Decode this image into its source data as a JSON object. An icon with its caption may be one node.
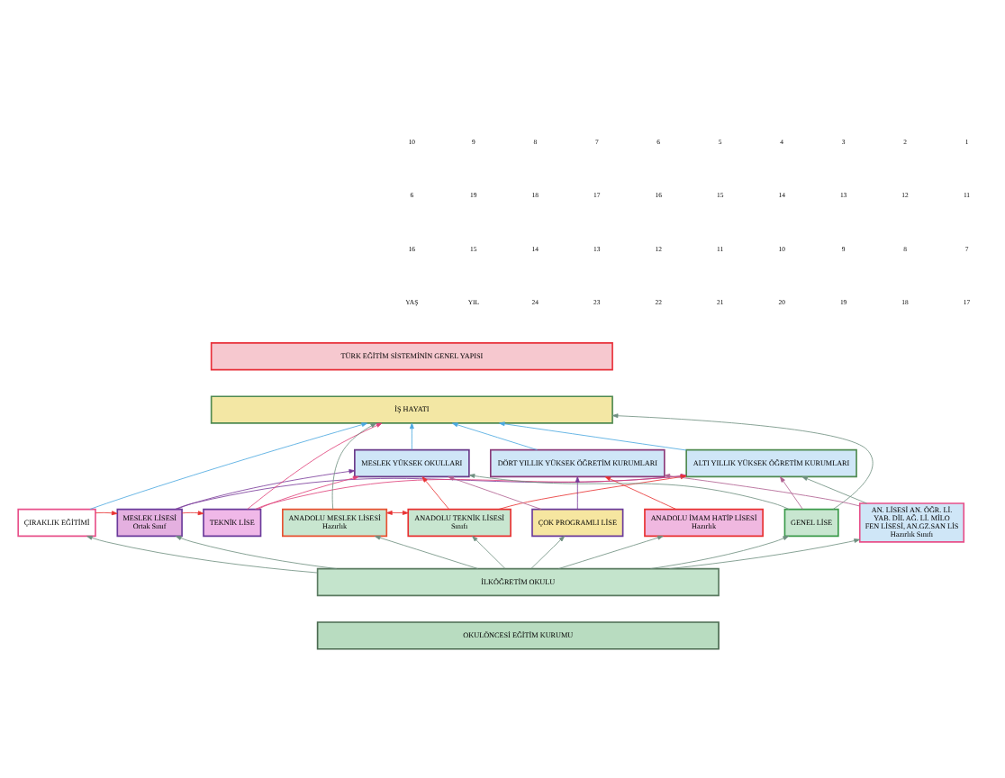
{
  "diagram": {
    "nodes": [
      {
        "text": [
          "TÜRK EĞİTİM SİSTEMİNİN GENEL YAPISI"
        ]
      },
      {
        "text": [
          "İŞ HAYATI"
        ]
      },
      {
        "text": [
          "MESLEK YÜKSEK OKULLARI"
        ]
      },
      {
        "text": [
          "DÖRT YILLIK YÜKSEK ÖĞRETİM KURUMLARI"
        ]
      },
      {
        "text": [
          "ALTI YILLIK YÜKSEK ÖĞRETİM KURUMLARI"
        ]
      },
      {
        "text": [
          "ÇIRAKLIK EĞİTİMİ"
        ]
      },
      {
        "text": [
          "MESLEK LİSESİ",
          "Ortak Sınıf"
        ]
      },
      {
        "text": [
          "TEKNİK LİSE"
        ]
      },
      {
        "text": [
          "ANADOLU MESLEK LİSESİ",
          "Hazırlık"
        ]
      },
      {
        "text": [
          "ANADOLU TEKNİK LİSESİ",
          "Sınıfı"
        ]
      },
      {
        "text": [
          "ÇOK PROGRAMLI LİSE"
        ]
      },
      {
        "text": [
          "ANADOLU İMAM HATİP LİSESİ",
          "Hazırlık"
        ]
      },
      {
        "text": [
          "GENEL LİSE"
        ]
      },
      {
        "text": [
          "AN. LİSESİ AN. ÖĞR. Lİ.",
          "YAB. DİL AĞ. Lİ. MİLO",
          "FEN LİSESİ, AN.GZ.SAN LİS",
          "Hazırlık Sınıfı"
        ]
      },
      {
        "text": [
          "İLKÖĞRETİM OKULU"
        ]
      },
      {
        "text": [
          "OKULÖNCESİ EĞİTİM KURUMU"
        ]
      }
    ],
    "edges": [
      {
        "from": 5,
        "to": 1,
        "arrow": "to",
        "color": "#4aa8e0"
      },
      {
        "from": 2,
        "to": 1,
        "arrow": "to",
        "color": "#4aa8e0"
      },
      {
        "from": 7,
        "to": 1,
        "arrow": "to",
        "color": "#e0407a"
      },
      {
        "from": 3,
        "to": 1,
        "arrow": "to",
        "color": "#4aa8e0"
      },
      {
        "from": 8,
        "to": 1,
        "arrow": "to"
      },
      {
        "from": 12,
        "to": 1,
        "arrow": "to"
      },
      {
        "from": 4,
        "to": 1,
        "arrow": "to",
        "color": "#4aa8e0"
      },
      {
        "from": 5,
        "to": 6,
        "arrow": "to",
        "color": "#e83030"
      },
      {
        "from": 6,
        "to": 7,
        "arrow": "to",
        "color": "#e83030"
      },
      {
        "from": 8,
        "to": 9,
        "arrow": "both",
        "color": "#e83030"
      },
      {
        "from": 12,
        "to": 2,
        "arrow": "to"
      },
      {
        "from": 6,
        "to": 2,
        "arrow": "to",
        "color": "#7a3a9a"
      },
      {
        "from": 7,
        "to": 2,
        "arrow": "to",
        "color": "#e0407a"
      },
      {
        "from": 9,
        "to": 2,
        "arrow": "to",
        "color": "#e83030"
      },
      {
        "from": 10,
        "to": 2,
        "arrow": "to",
        "color": "#b06090"
      },
      {
        "from": 10,
        "to": 3,
        "arrow": "to",
        "color": "#7a3a9a"
      },
      {
        "from": 13,
        "to": 3,
        "arrow": "to",
        "color": "#b06090"
      },
      {
        "from": 11,
        "to": 3,
        "arrow": "to",
        "color": "#e83030"
      },
      {
        "from": 7,
        "to": 4,
        "arrow": "to",
        "color": "#e0407a"
      },
      {
        "from": 12,
        "to": 4,
        "arrow": "to",
        "color": "#b06090"
      },
      {
        "from": 6,
        "to": 4,
        "arrow": "to",
        "color": "#7a3a9a"
      },
      {
        "from": 9,
        "to": 4,
        "arrow": "to",
        "color": "#e83030"
      },
      {
        "from": 13,
        "to": 4,
        "arrow": "to"
      },
      {
        "from": 14,
        "to": 5,
        "arrow": "to"
      },
      {
        "from": 14,
        "to": 6,
        "arrow": "to"
      },
      {
        "from": 14,
        "to": 8,
        "arrow": "to"
      },
      {
        "from": 14,
        "to": 9,
        "arrow": "to"
      },
      {
        "from": 14,
        "to": 10,
        "arrow": "to"
      },
      {
        "from": 14,
        "to": 11,
        "arrow": "to"
      },
      {
        "from": 14,
        "to": 12,
        "arrow": "to"
      },
      {
        "from": 14,
        "to": 13,
        "arrow": "to"
      }
    ],
    "labels": [
      "YAŞ",
      "YIL",
      "24",
      "23",
      "22",
      "21",
      "20",
      "19",
      "18",
      "17",
      "16",
      "15",
      "14",
      "13",
      "12",
      "11",
      "10",
      "9",
      "8",
      "7",
      "6",
      "19",
      "18",
      "17",
      "16",
      "15",
      "14",
      "13",
      "12",
      "11",
      "10",
      "9",
      "8",
      "7",
      "6",
      "5",
      "4",
      "3",
      "2",
      "1"
    ]
  }
}
